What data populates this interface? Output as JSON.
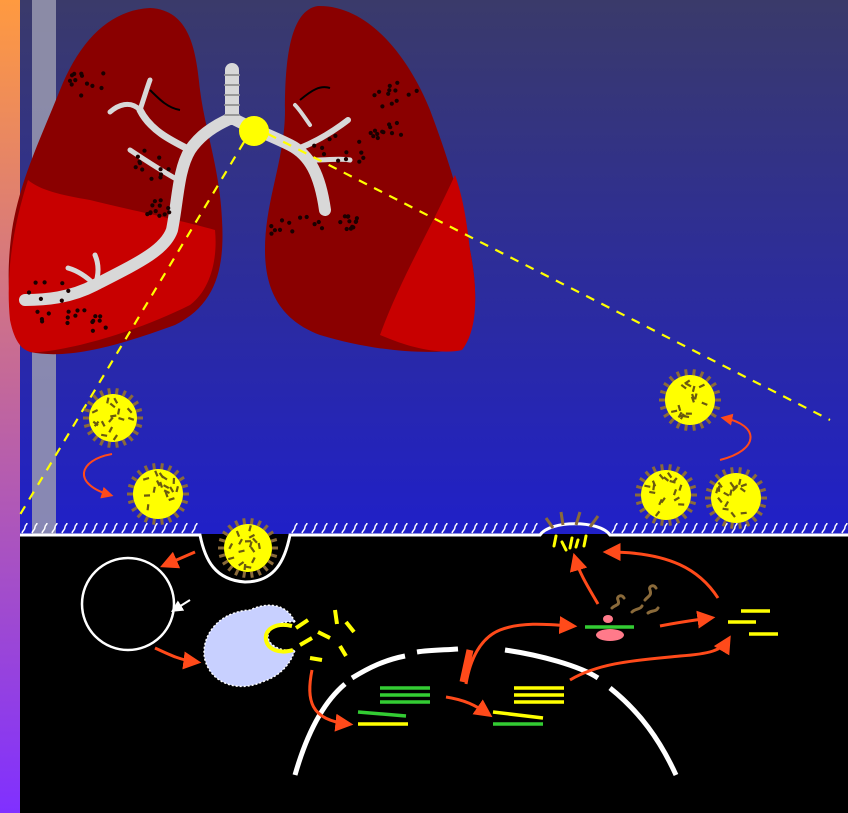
{
  "colors": {
    "sky_top": "#3a3a6a",
    "sky_bottom": "#2020c8",
    "cell_interior": "#000000",
    "lung_dark": "#8a0000",
    "lung_light": "#c80000",
    "airway": "#d8d8d8",
    "virus": "#ffff00",
    "spike": "#8a6a3a",
    "arrow": "#ff4a1a",
    "projection_line": "#ffff00",
    "nucleus_membrane": "#ffffff",
    "endosome": "#c8d0ff",
    "rna_green": "#33cc33",
    "rna_yellow": "#ffff00",
    "ribosome": "#ff7a8a",
    "left_bar_top": "#ff9a40",
    "left_bar_bottom": "#8030ff"
  },
  "icons": {
    "virion": "virus-particle-icon",
    "lung": "lungs-icon",
    "ribosome": "ribosome-icon"
  },
  "stages": [
    "virion-attachment",
    "endocytosis",
    "endosome-uncoating",
    "nuclear-import-vrnp",
    "transcription-replication",
    "mrna-export",
    "protein-translation",
    "assembly-budding",
    "release"
  ]
}
